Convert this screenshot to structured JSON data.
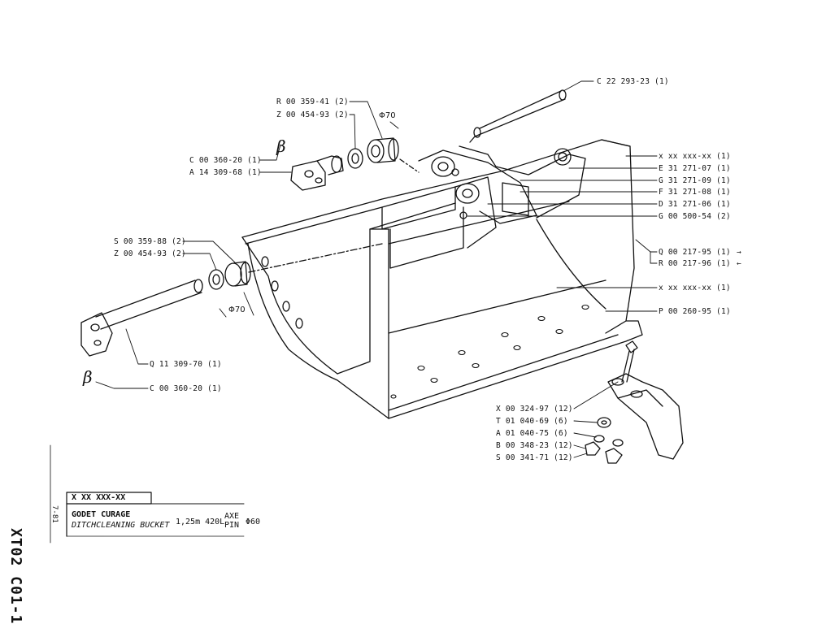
{
  "drawing": {
    "document_code": "XT02 C01-1",
    "date_code": "7-81",
    "title_block": {
      "ref": "X XX XXX-XX",
      "title_fr": "GODET CURAGE",
      "title_en": "DITCHCLEANING BUCKET",
      "capacity": "1,25m 420L",
      "axe_label": "AXE",
      "pin_label": "PIN",
      "pin_diameter": "Φ60"
    },
    "dimensions": {
      "top_pin_diameter": "Φ70",
      "left_pin_diameter": "Φ70"
    },
    "symbols": {
      "beta": "β",
      "arrow_right": "→",
      "arrow_left": "←"
    },
    "parts": [
      {
        "id": "c22293",
        "text": "C 22 293-23 (1)"
      },
      {
        "id": "r00359",
        "text": "R 00 359-41 (2)"
      },
      {
        "id": "z00454a",
        "text": "Z 00 454-93 (2)"
      },
      {
        "id": "c00360a",
        "text": "C 00 360-20 (1)"
      },
      {
        "id": "a14309",
        "text": "A 14 309-68 (1)"
      },
      {
        "id": "xxxa",
        "text": "x xx xxx-xx (1)"
      },
      {
        "id": "e31271",
        "text": "E 31 271-07 (1)"
      },
      {
        "id": "g31271",
        "text": "G 31 271-09 (1)"
      },
      {
        "id": "f31271",
        "text": "F 31 271-08 (1)"
      },
      {
        "id": "d31271",
        "text": "D 31 271-06 (1)"
      },
      {
        "id": "g00500",
        "text": "G 00 500-54 (2)"
      },
      {
        "id": "s00359",
        "text": "S 00 359-88 (2)"
      },
      {
        "id": "z00454b",
        "text": "Z 00 454-93 (2)"
      },
      {
        "id": "q00217",
        "text": "Q 00 217-95 (1)"
      },
      {
        "id": "r00217",
        "text": "R 00 217-96 (1)"
      },
      {
        "id": "xxxb",
        "text": "x xx xxx-xx (1)"
      },
      {
        "id": "p00260",
        "text": "P 00 260-95 (1)"
      },
      {
        "id": "q11309",
        "text": "Q 11 309-70 (1)"
      },
      {
        "id": "c00360b",
        "text": "C 00 360-20 (1)"
      },
      {
        "id": "x00324",
        "text": "X 00 324-97 (12)"
      },
      {
        "id": "t01040",
        "text": "T 01 040-69 (6)"
      },
      {
        "id": "a01040",
        "text": "A 01 040-75 (6)"
      },
      {
        "id": "b00348",
        "text": "B 00 348-23 (12)"
      },
      {
        "id": "s00341",
        "text": "S 00 341-71 (12)"
      }
    ]
  }
}
